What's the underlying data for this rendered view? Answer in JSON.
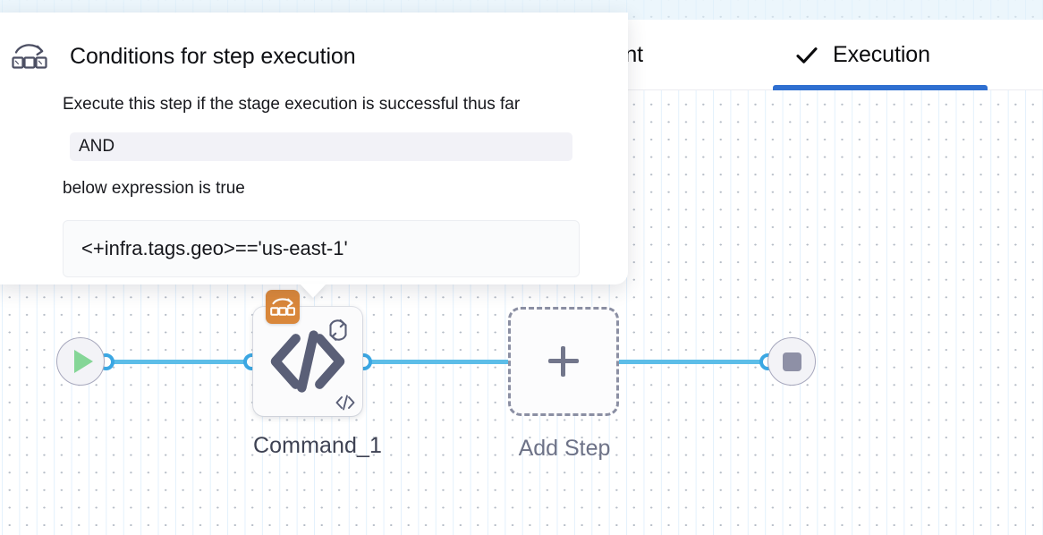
{
  "tabs": [
    {
      "label": "ronment",
      "icon": "none",
      "active": false,
      "name": "tab-environment"
    },
    {
      "label": "Execution",
      "icon": "check-icon",
      "active": true,
      "name": "tab-execution"
    }
  ],
  "popover": {
    "icon": "conditional-execution-icon",
    "title": "Conditions for step execution",
    "description": "Execute this step if the stage execution is successful thus far",
    "operator_value": "AND",
    "operator_placeholder": "AND",
    "subcondition": "below expression is true",
    "expression_value": "<+infra.tags.geo>=='us-east-1'",
    "expression_placeholder": "<+infra.tags.geo>=='us-east-1'"
  },
  "pipeline": {
    "start_node": {
      "name": "start-node",
      "icon": "play-icon"
    },
    "end_node": {
      "name": "end-node",
      "icon": "stop-icon"
    },
    "step": {
      "label": "Command_1",
      "type_icon": "code-icon",
      "badge_icon": "conditional-execution-icon",
      "loop_icon": "looping-strategy-icon",
      "mini_icon": "code-icon"
    },
    "add_step": {
      "label": "Add Step",
      "icon": "plus-icon"
    }
  },
  "colors": {
    "accent_blue": "#2f6fd0",
    "wire_blue": "#5cbde8",
    "port_blue": "#3ba7e3",
    "badge_orange": "#d9873b",
    "play_green": "#85d697",
    "stop_gray": "#8e90a6",
    "grid_dot": "#b6bdc7"
  }
}
